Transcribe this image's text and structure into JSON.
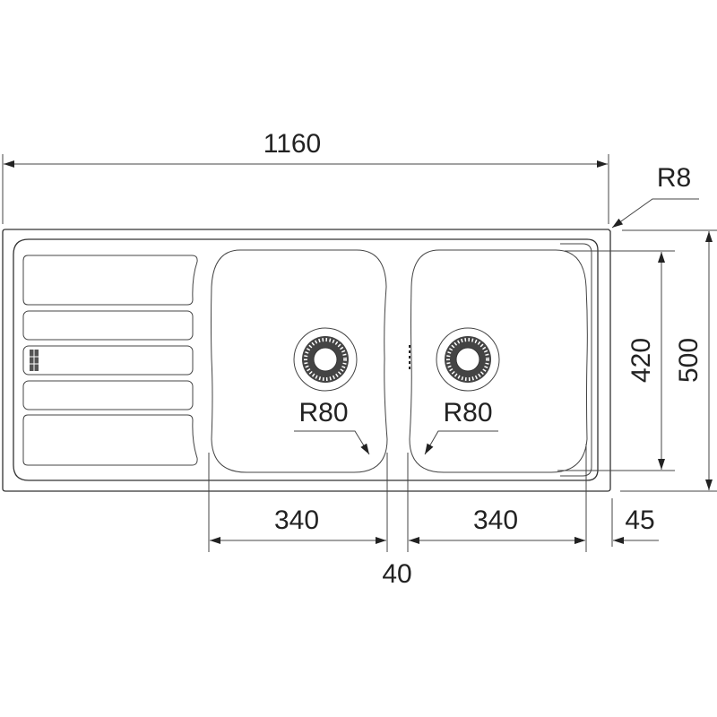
{
  "drawing": {
    "overall_width": "1160",
    "overall_depth": "500",
    "bowl_depth": "420",
    "corner_radius": "R8",
    "bowl_left_width": "340",
    "bowl_right_width": "340",
    "bowl_gap": "40",
    "right_rim": "45",
    "bowl_left_radius": "R80",
    "bowl_right_radius": "R80"
  },
  "colors": {
    "line": "#333333",
    "background": "#ffffff"
  }
}
